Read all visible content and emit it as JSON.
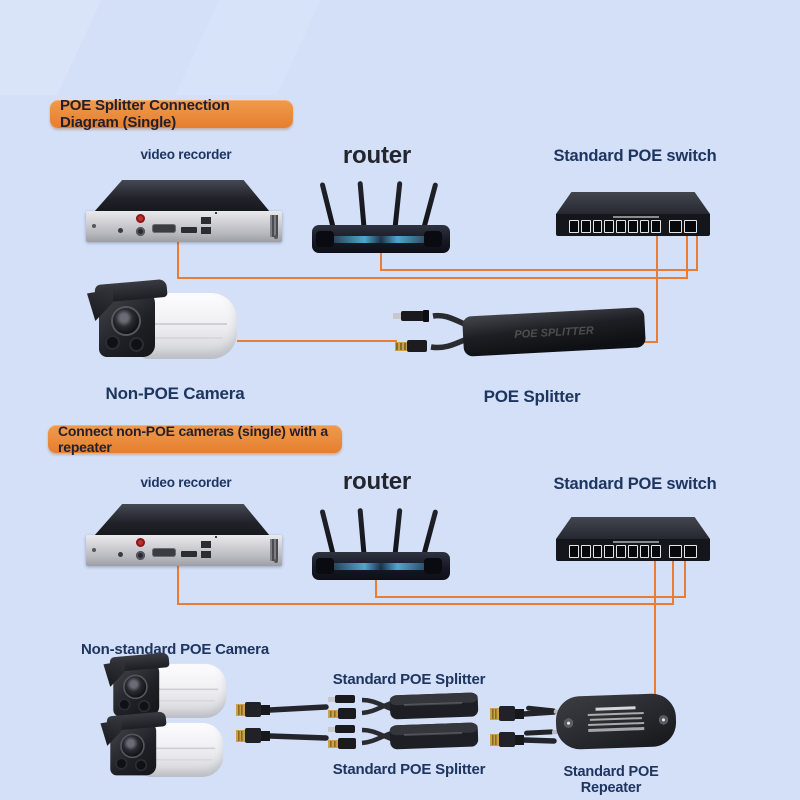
{
  "colors": {
    "background": "#d3e0f8",
    "cable_orange": "#ec7c31",
    "banner_orange": "#e98a3c",
    "label_navy": "#1e3560"
  },
  "section_single": {
    "banner": "POE Splitter Connection Diagram (Single)",
    "video_recorder_label": "video recorder",
    "router_label": "router",
    "switch_label": "Standard POE switch",
    "camera_label": "Non-POE Camera",
    "splitter_label": "POE Splitter",
    "splitter_body_text": "POE SPLITTER"
  },
  "section_repeater": {
    "banner": "Connect non-POE cameras (single) with a repeater",
    "video_recorder_label": "video recorder",
    "router_label": "router",
    "switch_label": "Standard POE switch",
    "camera_label": "Non-standard POE Camera",
    "splitter_label_top": "Standard POE Splitter",
    "splitter_label_bottom": "Standard POE Splitter",
    "repeater_label": "Standard POE Repeater"
  }
}
